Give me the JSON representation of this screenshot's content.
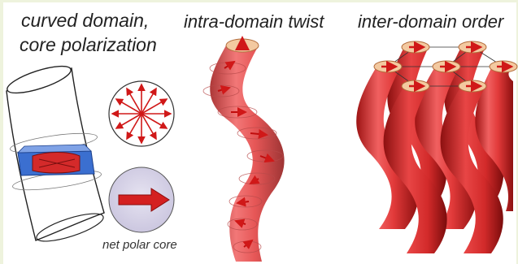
{
  "panels": {
    "curved": {
      "title_line1": "curved domain,",
      "title_line2": "core polarization",
      "caption": "net polar core"
    },
    "twist": {
      "title": "intra-domain twist"
    },
    "order": {
      "title": "inter-domain order"
    }
  },
  "colors": {
    "background": "#eef3dd",
    "tube_red": "#e23a3a",
    "arrow_red": "#d01818",
    "core_blue": "#3b6fd0",
    "cap_tan": "#f1c59b",
    "net_circle": "#d5d1e6"
  }
}
